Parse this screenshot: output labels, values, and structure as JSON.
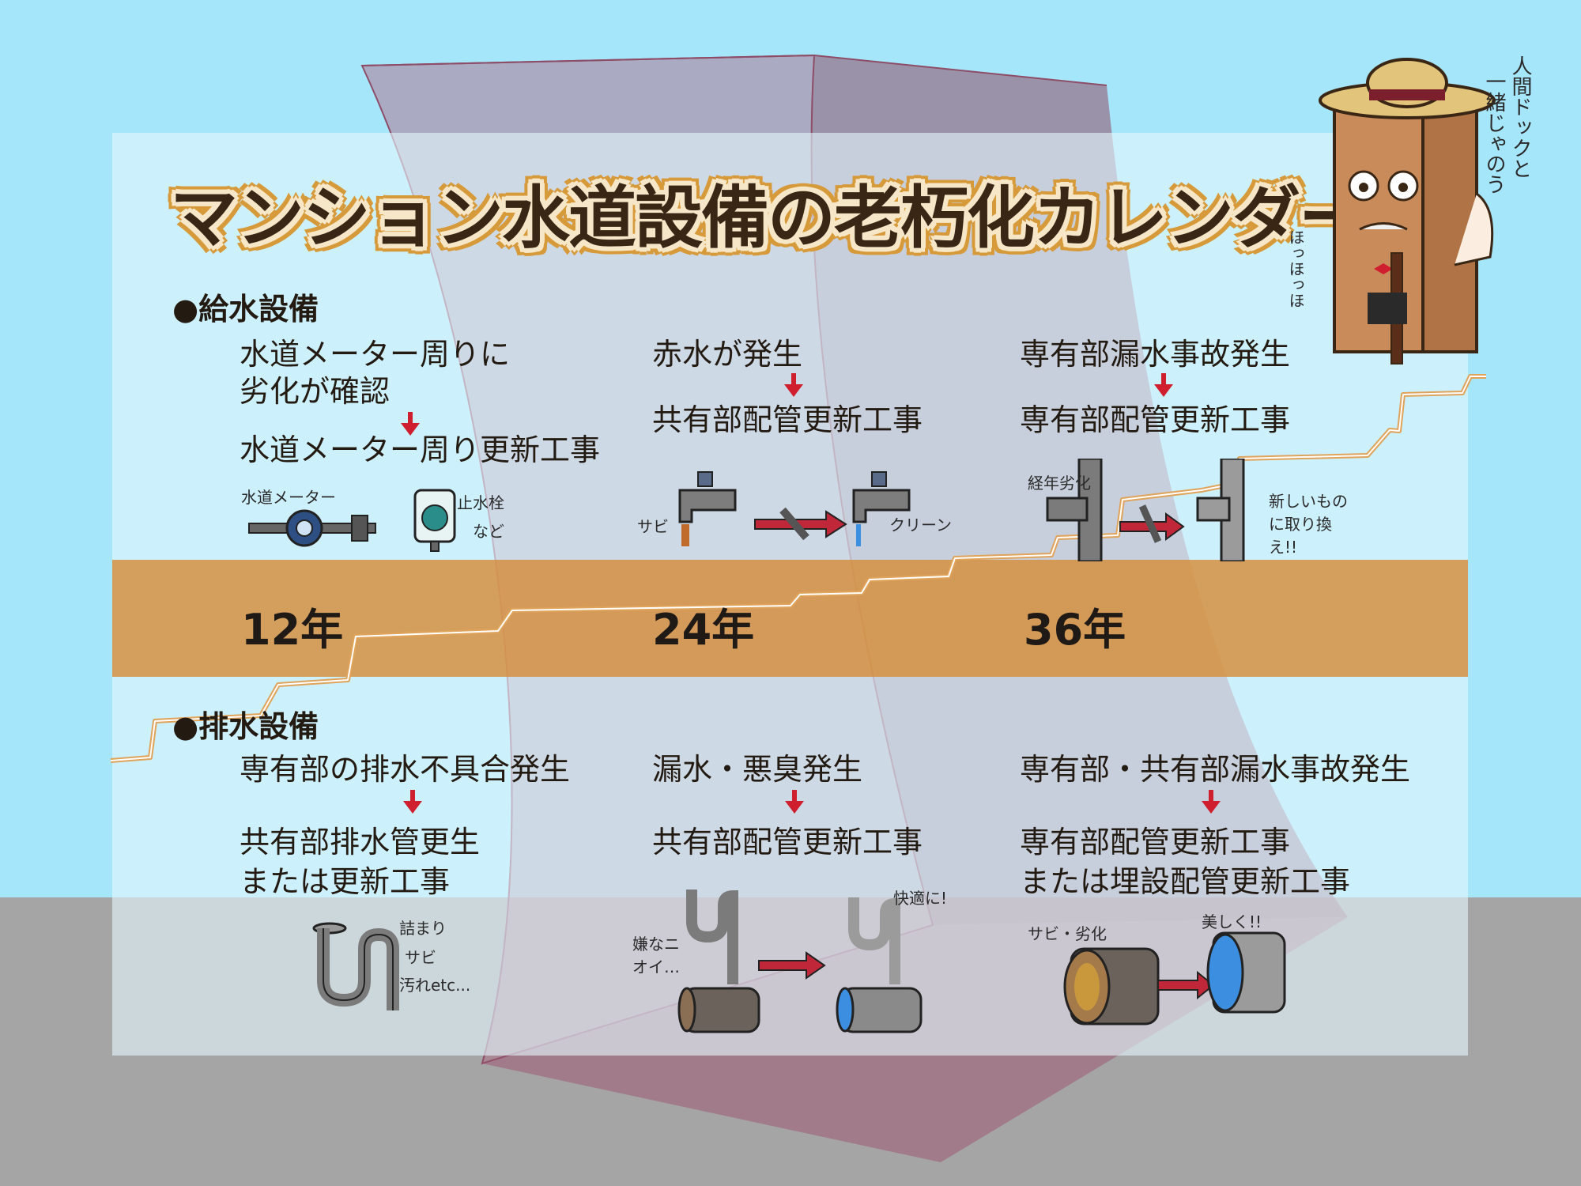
{
  "title": "マンション水道設備の老朽化カレンダー",
  "mascot_note": [
    "人間ドックと",
    "一緒じゃのう"
  ],
  "mascot_laugh": "ほっほっほ",
  "supply": {
    "heading": "●給水設備",
    "col1": {
      "line1": "水道メーター周りに",
      "line2": "劣化が確認",
      "result": "水道メーター周り更新工事",
      "notes": [
        "水道メーター",
        "止水栓",
        "など"
      ]
    },
    "col2": {
      "line1": "赤水が発生",
      "result": "共有部配管更新工事",
      "notes": [
        "サビ",
        "クリーン"
      ]
    },
    "col3": {
      "line1": "専有部漏水事故発生",
      "result": "専有部配管更新工事",
      "notes": [
        "経年劣化",
        "新しいものに取り換え!!"
      ]
    }
  },
  "years": [
    "12年",
    "24年",
    "36年"
  ],
  "drain": {
    "heading": "●排水設備",
    "col1": {
      "line1": "専有部の排水不具合発生",
      "result1": "共有部排水管更生",
      "result2": "または更新工事",
      "notes": [
        "詰まり",
        "サビ",
        "汚れetc..."
      ]
    },
    "col2": {
      "line1": "漏水・悪臭発生",
      "result": "共有部配管更新工事",
      "notes": [
        "嫌なニオイ…",
        "快適に!"
      ]
    },
    "col3": {
      "line1": "専有部・共有部漏水事故発生",
      "result1": "専有部配管更新工事",
      "result2": "または埋設配管更新工事",
      "notes": [
        "サビ・劣化",
        "美しく!!"
      ]
    }
  },
  "colors": {
    "sky": "#a6e6fb",
    "ground": "#a5a5a5",
    "building": "#b0637f",
    "band": "#d68c39",
    "arrow": "#cf1f2f",
    "title_outline": "#d79a3a"
  }
}
